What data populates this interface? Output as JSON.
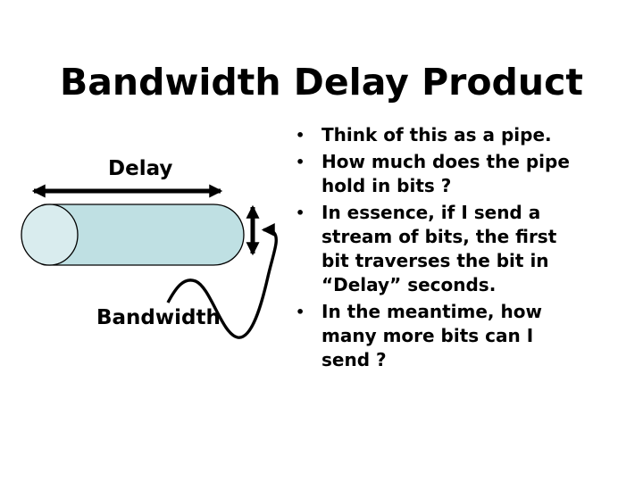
{
  "slide": {
    "title": "Bandwidth Delay Product",
    "background_color": "#ffffff",
    "text_color": "#000000"
  },
  "diagram": {
    "delay_label": "Delay",
    "bandwidth_label": "Bandwidth",
    "pipe_body_color": "#bfe0e3",
    "pipe_end_color": "#d9ecee",
    "outline_color": "#000000",
    "arrow_color": "#000000"
  },
  "bullet_glyph": "•",
  "bullets": [
    {
      "text": "Think of this as a pipe."
    },
    {
      "text": "How much does the pipe\nhold in bits ?"
    },
    {
      "text": "In essence, if I send a\nstream of bits, the first\nbit traverses the bit in\n“Delay” seconds."
    },
    {
      "text": "In the meantime, how\nmany more bits can I\nsend ?"
    }
  ]
}
